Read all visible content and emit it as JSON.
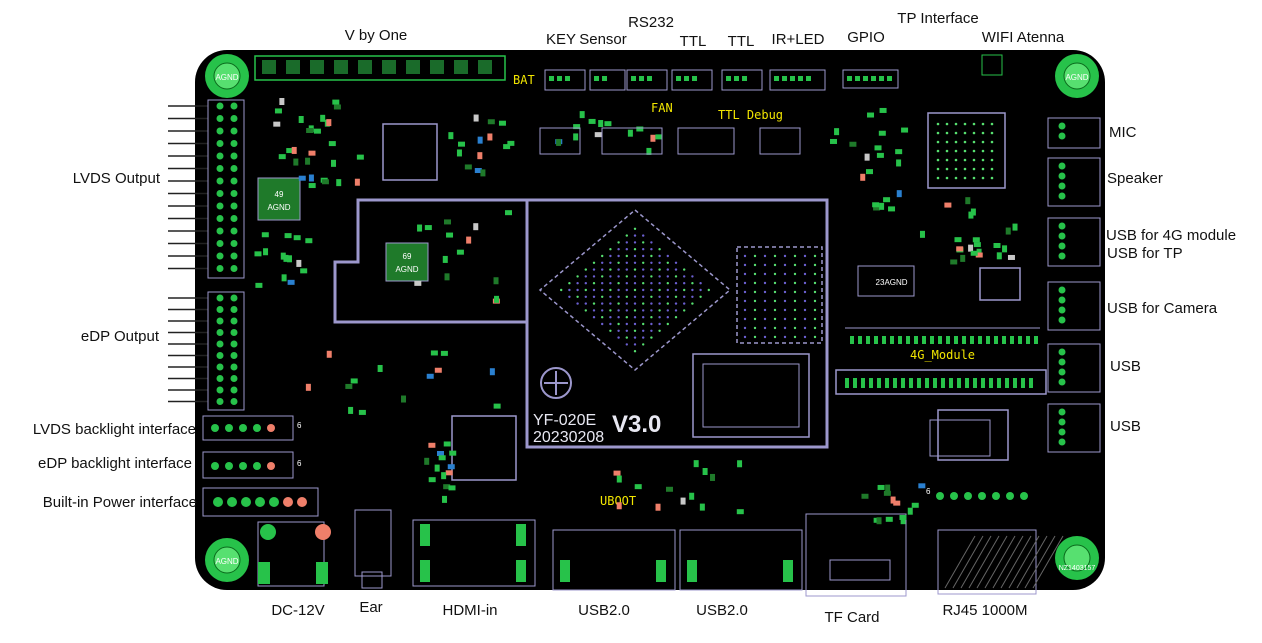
{
  "board": {
    "model": "YF-020E",
    "date": "20230208",
    "version": "V3.0",
    "serial": "NZ1403157",
    "ground_label": "AGND",
    "chip_labels": [
      "49",
      "69",
      "23"
    ],
    "silkscreen": {
      "bat": "BAT",
      "fan": "FAN",
      "ttl_debug": "TTL Debug",
      "uboot": "UBOOT",
      "module_4g": "4G_Module"
    },
    "pin_marks": [
      "6",
      "6",
      "6"
    ],
    "colors": {
      "pcb": "#000000",
      "trace": "#9c97cc",
      "silk_yellow": "#f2e600",
      "pad_green": "#27c24a",
      "pad_red": "#ef7f6a",
      "text": "#111111"
    }
  },
  "labels": {
    "top": {
      "v_by_one": "V by One",
      "key": "KEY",
      "sensor": "Sensor",
      "rs232": "RS232",
      "ttl_1": "TTL",
      "ttl_2": "TTL",
      "ir_led": "IR+LED",
      "gpio": "GPIO",
      "tp_interface": "TP Interface",
      "wifi_antenna": "WIFI Atenna"
    },
    "left": {
      "lvds_output": "LVDS Output",
      "edp_output": "eDP Output",
      "lvds_backlight": "LVDS backlight interface",
      "edp_backlight": "eDP backlight interface",
      "builtin_power": "Built-in Power interface"
    },
    "right": {
      "mic": "MIC",
      "speaker": "Speaker",
      "usb_4g": "USB for 4G module",
      "usb_tp": "USB for TP",
      "usb_camera": "USB for Camera",
      "usb_1": "USB",
      "usb_2": "USB"
    },
    "bottom": {
      "dc": "DC-12V",
      "ear": "Ear",
      "hdmi_in": "HDMI-in",
      "usb20_1": "USB2.0",
      "usb20_2": "USB2.0",
      "tf_card": "TF Card",
      "rj45": "RJ45 1000M"
    }
  }
}
